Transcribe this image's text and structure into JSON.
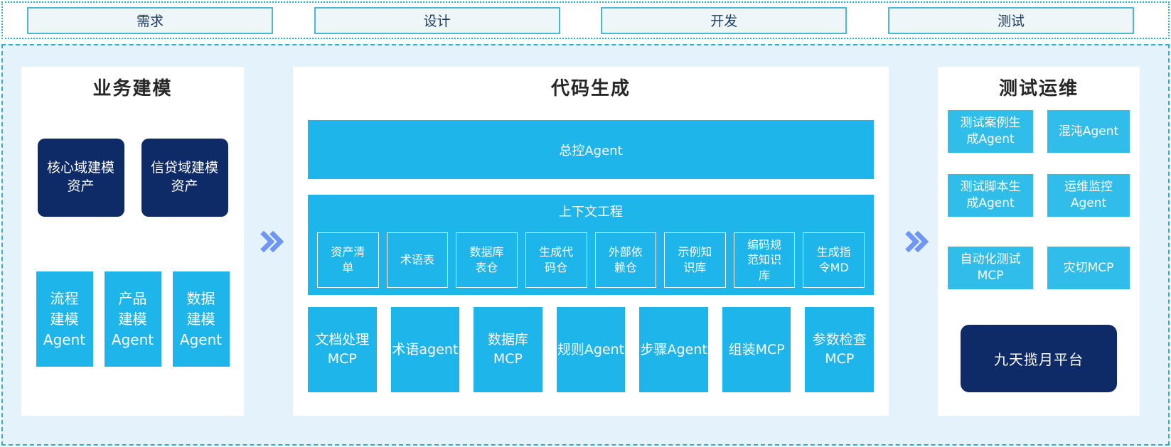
{
  "colors": {
    "accent_cyan": "#1db5ea",
    "accent_cyan_light": "#30bde9",
    "navy": "#0f2b67",
    "chevron_blue": "#6e96f2",
    "dashed_border": "#2fafd3",
    "container_bg": "#e4f2fb",
    "phase_box_bg": "#eef6fa",
    "phase_box_border": "#4ab9d8",
    "phase_text": "#1c3a5e"
  },
  "phases": {
    "items": [
      {
        "label": "需求"
      },
      {
        "label": "设计"
      },
      {
        "label": "开发"
      },
      {
        "label": "测试"
      }
    ]
  },
  "business_modeling": {
    "title": "业务建模",
    "asset_boxes": [
      {
        "label": "核心域建模\n资产"
      },
      {
        "label": "信贷域建模\n资产"
      }
    ],
    "agent_boxes": [
      {
        "label": "流程\n建模\nAgent"
      },
      {
        "label": "产品\n建模\nAgent"
      },
      {
        "label": "数据\n建模\nAgent"
      }
    ]
  },
  "code_generation": {
    "title": "代码生成",
    "master_agent": "总控Agent",
    "context_engineering": {
      "title": "上下文工程",
      "items": [
        {
          "label": "资产清\n单"
        },
        {
          "label": "术语表"
        },
        {
          "label": "数据库\n表仓"
        },
        {
          "label": "生成代\n码仓"
        },
        {
          "label": "外部依\n赖仓"
        },
        {
          "label": "示例知\n识库"
        },
        {
          "label": "编码规\n范知识\n库"
        },
        {
          "label": "生成指\n令MD"
        }
      ]
    },
    "mcp_row": [
      {
        "label": "文档处理\nMCP"
      },
      {
        "label": "术语agent"
      },
      {
        "label": "数据库\nMCP"
      },
      {
        "label": "规则Agent"
      },
      {
        "label": "步骤Agent"
      },
      {
        "label": "组装MCP"
      },
      {
        "label": "参数检查\nMCP"
      }
    ]
  },
  "test_ops": {
    "title": "测试运维",
    "rows": [
      [
        {
          "label": "测试案例生\n成Agent"
        },
        {
          "label": "混沌Agent"
        }
      ],
      [
        {
          "label": "测试脚本生\n成Agent"
        },
        {
          "label": "运维监控\nAgent"
        }
      ],
      [
        {
          "label": "自动化测试\nMCP"
        },
        {
          "label": "灾切MCP"
        }
      ]
    ],
    "platform": "九天揽月平台"
  }
}
